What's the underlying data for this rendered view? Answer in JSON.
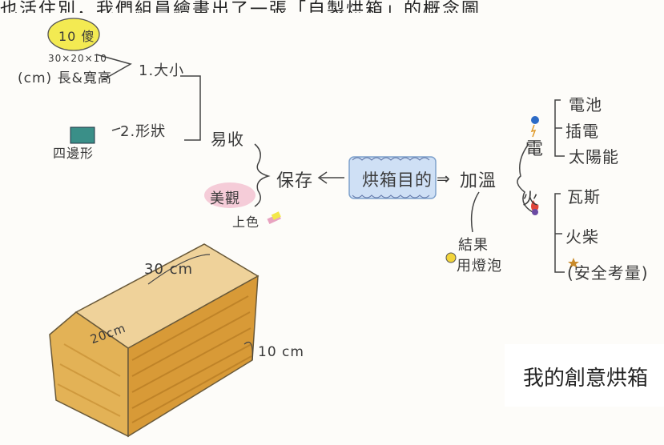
{
  "top_caption": "也活住別，我們組員繪畫出了一張「自製烘箱」的概念圖",
  "caption": "我的創意烘箱",
  "mindmap": {
    "center": "烘箱目的",
    "left_branch": {
      "main": "保存",
      "sub": "易收",
      "decoration": "美觀",
      "decoration_note": "上色",
      "size": {
        "label": "1.大小",
        "note_badge": "10 傻",
        "dims": "30×20×10",
        "unit_note": "(cm) 長&寬高"
      },
      "shape": {
        "label": "2.形狀",
        "name": "四邊形"
      }
    },
    "right_branch": {
      "main": "加溫",
      "electric": {
        "label": "電",
        "items": [
          "電池",
          "插電",
          "太陽能"
        ]
      },
      "fire": {
        "label": "火",
        "items": [
          "瓦斯",
          "火柴",
          "(安全考量)"
        ]
      },
      "result": {
        "label": "結果",
        "value": "用燈泡"
      }
    }
  },
  "box_dimensions": {
    "length": "30 cm",
    "width": "20cm",
    "height": "10 cm"
  },
  "colors": {
    "paper": "#fdfcf9",
    "ink": "#3a3a3a",
    "box_fill": "#e8c37a",
    "box_shade": "#c8892a",
    "highlight_yellow": "#f2e84a",
    "pink": "#f0b6c8",
    "blue_note": "#b9d3f0"
  }
}
